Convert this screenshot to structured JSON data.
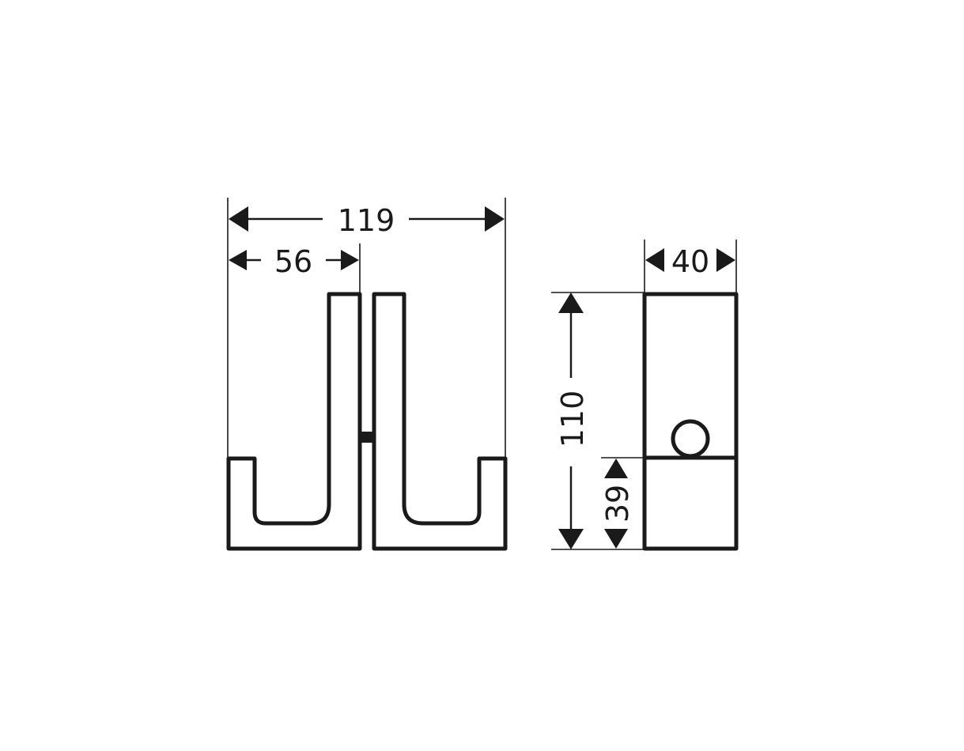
{
  "drawing": {
    "line_color": "#1a1a1a",
    "background": "#ffffff",
    "dimensions": {
      "overall_width": "119",
      "hook_width": "56",
      "depth": "40",
      "overall_height": "110",
      "base_height": "39"
    }
  }
}
